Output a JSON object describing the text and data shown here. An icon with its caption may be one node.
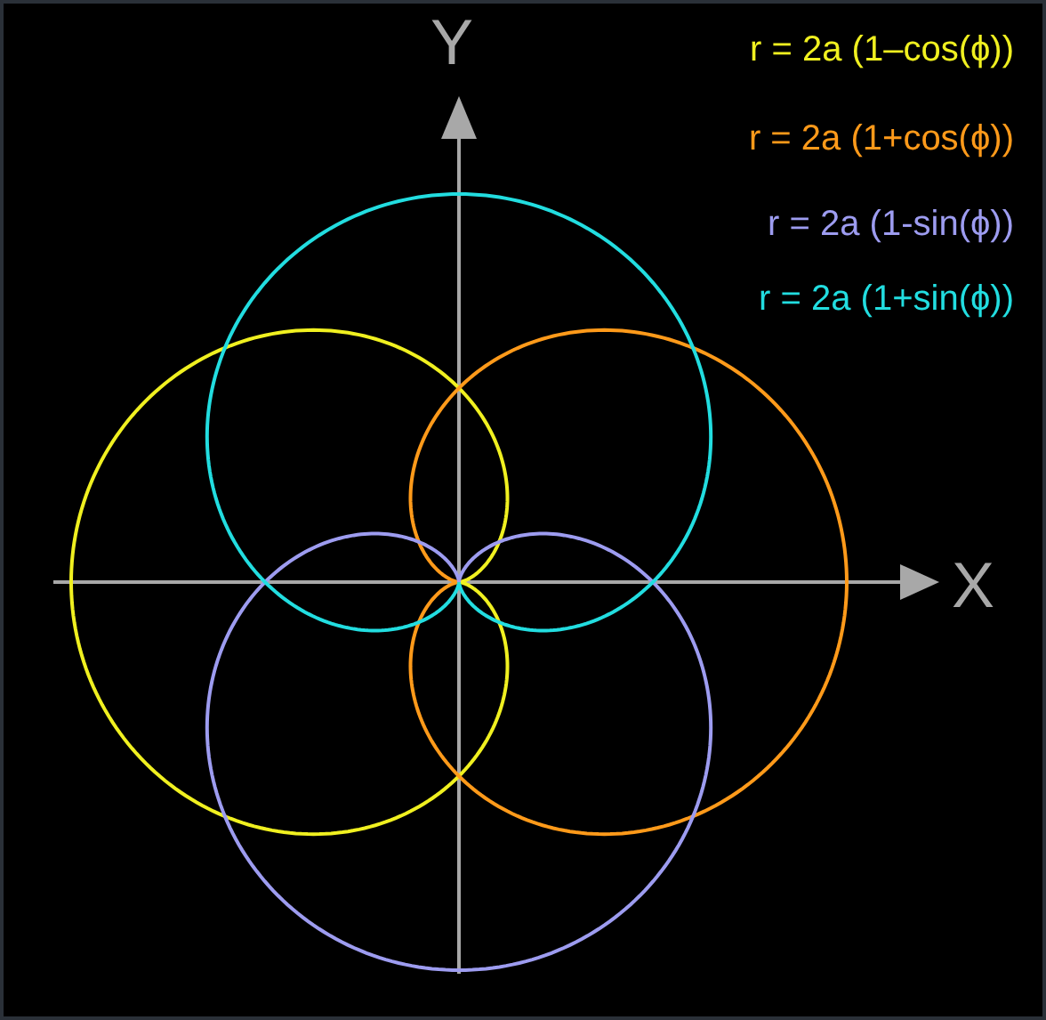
{
  "diagram": {
    "labels": [
      "Y",
      "X"
    ],
    "legend": [
      {
        "text": "r = 2a (1–cos(ϕ))",
        "color": "#f0f020"
      },
      {
        "text": "r = 2a (1+cos(ϕ))",
        "color": "#ff9a1a"
      },
      {
        "text": "r = 2a (1-sin(ϕ))",
        "color": "#9d9cf0"
      },
      {
        "text": "r = 2a (1+sin(ϕ))",
        "color": "#22dde0"
      }
    ]
  }
}
